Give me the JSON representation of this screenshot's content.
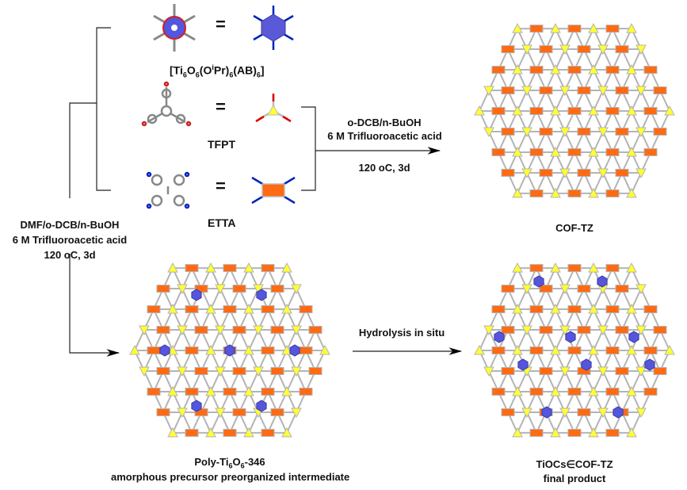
{
  "building_blocks": {
    "ti_cluster": {
      "p1": "[Ti",
      "s1": "6",
      "p2": "O",
      "s2": "6",
      "p3": "(O",
      "sup": "i",
      "p4": "Pr)",
      "s3": "6",
      "p5": "(AB)",
      "s4": "6",
      "p6": "]"
    },
    "tfpt": "TFPT",
    "etta": "ETTA",
    "equals": "="
  },
  "route_top": {
    "solvent": "o-DCB/n-BuOH",
    "acid": "6 M Trifluoroacetic acid",
    "conditions": "120 oC, 3d",
    "product": "COF-TZ"
  },
  "route_left": {
    "solvent": "DMF/o-DCB/n-BuOH",
    "acid": "6 M Trifluoroacetic acid",
    "conditions": "120 oC, 3d"
  },
  "hydrolysis": "Hydrolysis in situ",
  "intermediate": {
    "name_p1": "Poly-Ti",
    "s1": "6",
    "name_p2": "O",
    "s2": "6",
    "name_p3": "-346",
    "desc": "amorphous precursor preorganized intermediate"
  },
  "final": {
    "name": "TiOCs∈COF-TZ",
    "desc": "final product"
  },
  "colors": {
    "rect": "#ff6a13",
    "tri": "#ffff33",
    "link": "#b4b4b4",
    "ti": "#5555dd",
    "aldehyde": "#dd0000",
    "amine": "#0022bb"
  }
}
